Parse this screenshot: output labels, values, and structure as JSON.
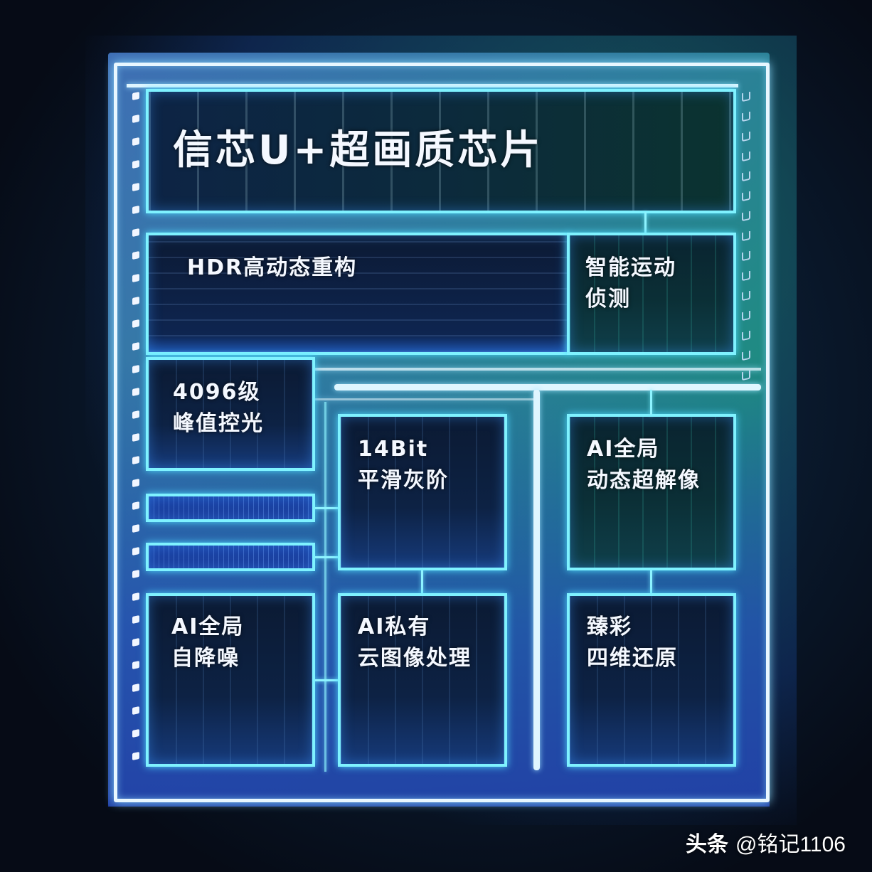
{
  "diagram": {
    "title": "信芯U+超画质芯片",
    "blocks": [
      {
        "id": "hdr",
        "lines": [
          "HDR高动态重构"
        ]
      },
      {
        "id": "motion",
        "lines": [
          "智能运动",
          "侦测"
        ]
      },
      {
        "id": "peak",
        "lines": [
          "4096级",
          "峰值控光"
        ]
      },
      {
        "id": "grayscale",
        "lines": [
          "14Bit",
          "平滑灰阶"
        ]
      },
      {
        "id": "superres",
        "lines": [
          "AI全局",
          "动态超解像"
        ]
      },
      {
        "id": "denoise",
        "lines": [
          "AI全局",
          "自降噪"
        ]
      },
      {
        "id": "cloud",
        "lines": [
          "AI私有",
          "云图像处理"
        ]
      },
      {
        "id": "color",
        "lines": [
          "臻彩",
          "四维还原"
        ]
      }
    ],
    "colors": {
      "frame": "#e8f7ff",
      "block_border": "#7ff2ff",
      "chip_blue": "#3f6fb5",
      "chip_teal": "#1e8c80",
      "background": "#0a1a2e"
    }
  },
  "watermark": {
    "brand": "头条",
    "handle": "@铭记1106"
  }
}
